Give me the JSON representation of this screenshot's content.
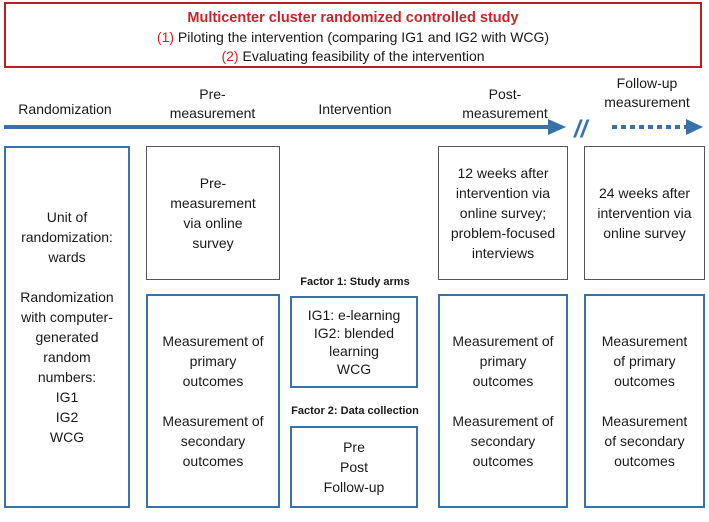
{
  "header": {
    "title": "Multicenter cluster randomized controlled study",
    "aims": [
      {
        "num": "(1)",
        "text": "Piloting the intervention (comparing IG1 and IG2 with WCG)"
      },
      {
        "num": "(2)",
        "text": "Evaluating feasibility of the intervention"
      }
    ]
  },
  "phases": {
    "randomization": "Randomization",
    "pre_1": "Pre-",
    "pre_2": "measurement",
    "intervention": "Intervention",
    "post_1": "Post-",
    "post_2": "measurement",
    "follow_1": "Follow-up",
    "follow_2": "measurement",
    "break_mark": "//"
  },
  "randomization_box": {
    "unit_lines": [
      "Unit of",
      "randomization:",
      "wards"
    ],
    "method_lines": [
      "Randomization",
      "with computer-",
      "generated",
      "random",
      "numbers:",
      "IG1",
      "IG2",
      "WCG"
    ]
  },
  "pre_top_box": {
    "lines": [
      "Pre-",
      "measurement",
      "via online",
      "survey"
    ]
  },
  "pre_bottom_box": {
    "primary": [
      "Measurement of",
      "primary",
      "outcomes"
    ],
    "secondary": [
      "Measurement of",
      "secondary",
      "outcomes"
    ]
  },
  "factor1": {
    "title": "Factor 1: Study arms",
    "lines": [
      "IG1: e-learning",
      "IG2: blended",
      "learning",
      "WCG"
    ]
  },
  "factor2": {
    "title": "Factor 2: Data collection",
    "lines": [
      "Pre",
      "Post",
      "Follow-up"
    ]
  },
  "post_top_box": {
    "lines": [
      "12 weeks after",
      "intervention via",
      "online survey;",
      "problem-focused",
      "interviews"
    ]
  },
  "post_bottom_box": {
    "primary": [
      "Measurement of",
      "primary",
      "outcomes"
    ],
    "secondary": [
      "Measurement of",
      "secondary",
      "outcomes"
    ]
  },
  "follow_top_box": {
    "lines": [
      "24 weeks after",
      "intervention via",
      "online survey"
    ]
  },
  "follow_bottom_box": {
    "primary": [
      "Measurement",
      "of primary",
      "outcomes"
    ],
    "secondary": [
      "Measurement",
      "of secondary",
      "outcomes"
    ]
  },
  "colors": {
    "accent_red": "#c0282d",
    "arrow_blue": "#3a72a8",
    "box_gray": "#555555"
  }
}
